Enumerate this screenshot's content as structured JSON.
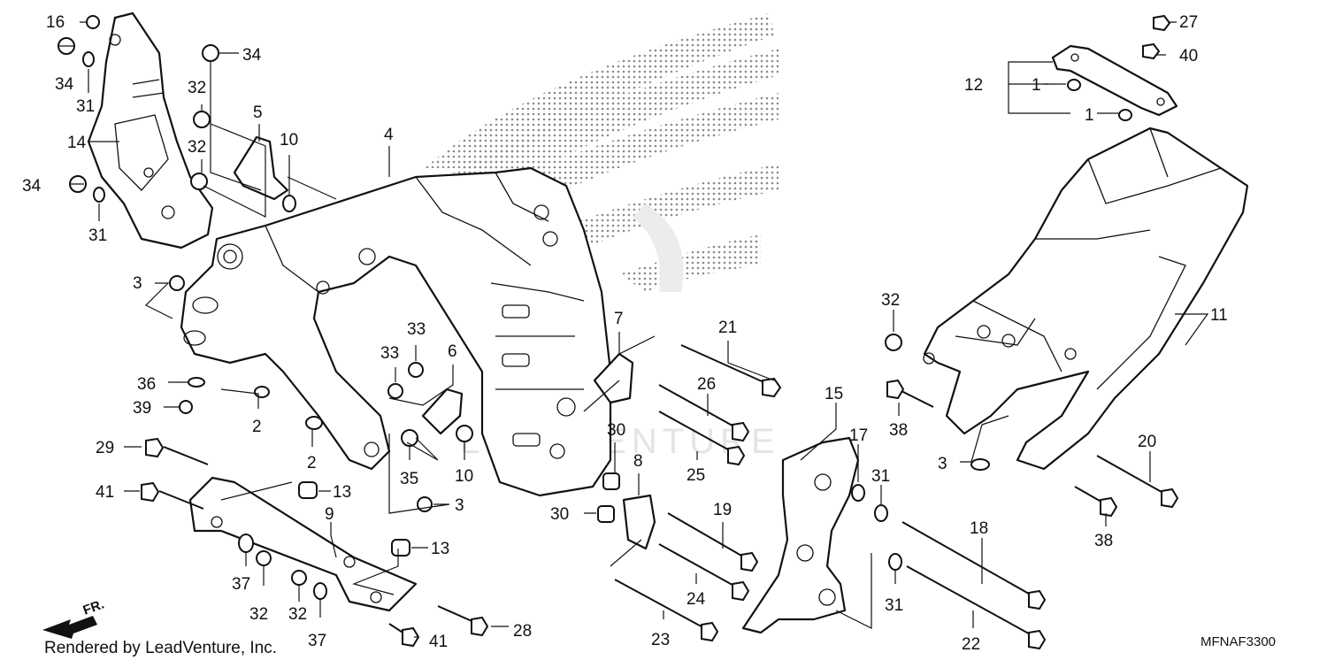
{
  "diagram": {
    "code": "MFNAF3300",
    "footer": "Rendered by LeadVenture, Inc.",
    "watermark": "LEADVENTURE",
    "front_marker": "FR.",
    "brand_logo": "wing-logo",
    "callouts": [
      "16",
      "34",
      "31",
      "14",
      "34",
      "31",
      "34",
      "32",
      "32",
      "5",
      "10",
      "4",
      "3",
      "36",
      "39",
      "2",
      "2",
      "33",
      "33",
      "6",
      "35",
      "10",
      "3",
      "7",
      "21",
      "26",
      "25",
      "29",
      "41",
      "13",
      "9",
      "37",
      "32",
      "32",
      "37",
      "13",
      "28",
      "41",
      "30",
      "30",
      "8",
      "19",
      "24",
      "23",
      "12",
      "1",
      "1",
      "27",
      "40",
      "11",
      "32",
      "38",
      "3",
      "15",
      "17",
      "31",
      "31",
      "18",
      "22",
      "20",
      "38"
    ]
  }
}
